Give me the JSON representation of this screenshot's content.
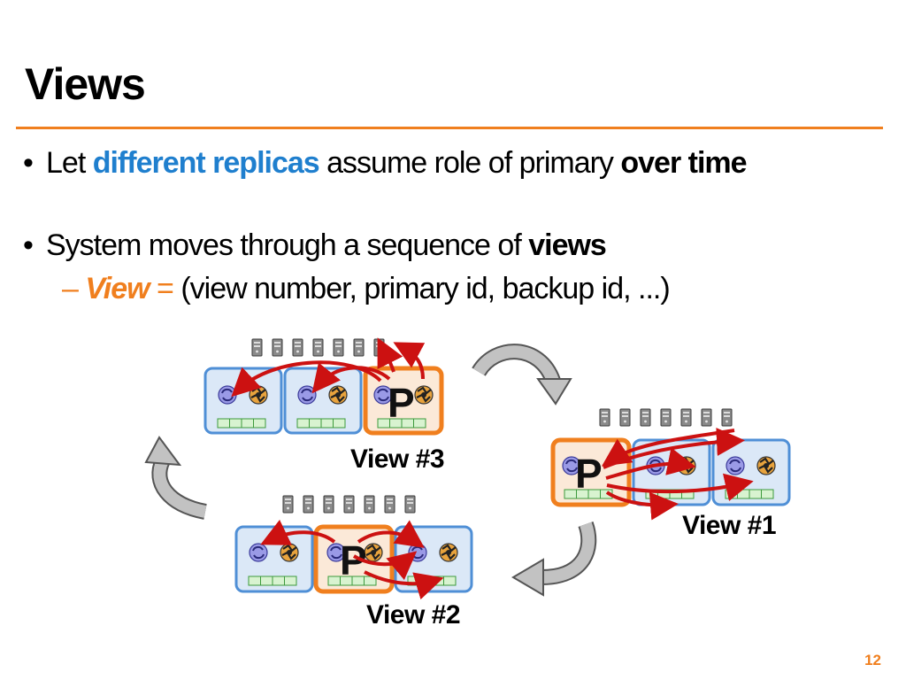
{
  "slide": {
    "title": "Views",
    "bullets": [
      {
        "bullet": "•",
        "pre": "Let ",
        "highlight": "different replicas",
        "mid": " assume role of primary ",
        "bold": "over time"
      },
      {
        "bullet": "•",
        "pre": "System moves through a sequence of ",
        "bold": "views"
      }
    ],
    "sub": {
      "dash": "–",
      "term": "View",
      "eq": "=",
      "rest": " (view number, primary id, backup id, ...)"
    },
    "diagram": {
      "primary_letter": "P",
      "view_labels": [
        "View #3",
        "View #1",
        "View #2"
      ]
    },
    "page_number": "12"
  },
  "colors": {
    "accent_orange": "#f07f1e",
    "highlight_blue": "#1f7fce",
    "replica_blue": "#4f8fd6",
    "arrow_red": "#cc1111",
    "cycle_arrow_gray": "#b3b3b3"
  }
}
